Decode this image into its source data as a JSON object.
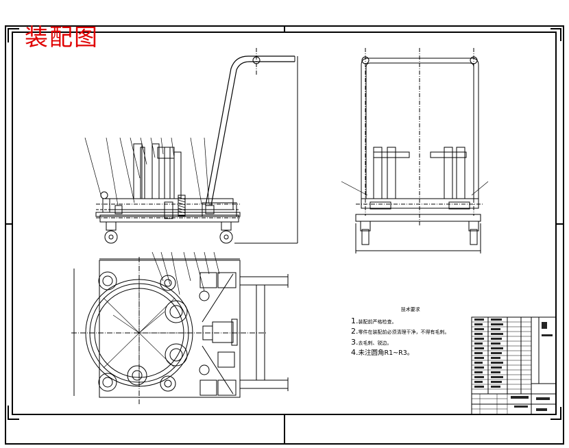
{
  "drawing": {
    "title": "装配图",
    "notes": {
      "heading": "技术要求",
      "items": [
        {
          "num": "1.",
          "text": "装配前严格检查。"
        },
        {
          "num": "2.",
          "text": "零件在装配前必须清理干净，不得有毛刺。"
        },
        {
          "num": "3.",
          "text": "去毛刺、锐边。"
        },
        {
          "num": "4.",
          "text": "未注圆角R1~R3。"
        }
      ]
    },
    "colors": {
      "line": "#000000",
      "title": "#e00000",
      "background": "#ffffff"
    }
  }
}
